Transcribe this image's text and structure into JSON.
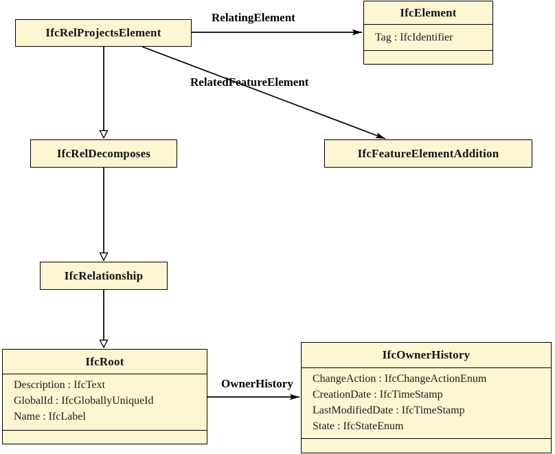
{
  "colors": {
    "box_fill": "#FCF6D2",
    "box_border": "#000000",
    "line": "#000000",
    "background": "#FFFFFF"
  },
  "classes": {
    "ifcRelProjectsElement": {
      "name": "IfcRelProjectsElement"
    },
    "ifcElement": {
      "name": "IfcElement",
      "attributes": [
        "Tag : IfcIdentifier"
      ]
    },
    "ifcFeatureElementAddition": {
      "name": "IfcFeatureElementAddition"
    },
    "ifcRelDecomposes": {
      "name": "IfcRelDecomposes"
    },
    "ifcRelationship": {
      "name": "IfcRelationship"
    },
    "ifcRoot": {
      "name": "IfcRoot",
      "attributes": [
        "Description : IfcText",
        "GlobalId : IfcGloballyUniqueId",
        "Name : IfcLabel"
      ]
    },
    "ifcOwnerHistory": {
      "name": "IfcOwnerHistory",
      "attributes": [
        "ChangeAction : IfcChangeActionEnum",
        "CreationDate : IfcTimeStamp",
        "LastModifiedDate : IfcTimeStamp",
        "State : IfcStateEnum"
      ]
    }
  },
  "associations": {
    "relatingElement": "RelatingElement",
    "relatedFeatureElement": "RelatedFeatureElement",
    "ownerHistory": "OwnerHistory"
  }
}
